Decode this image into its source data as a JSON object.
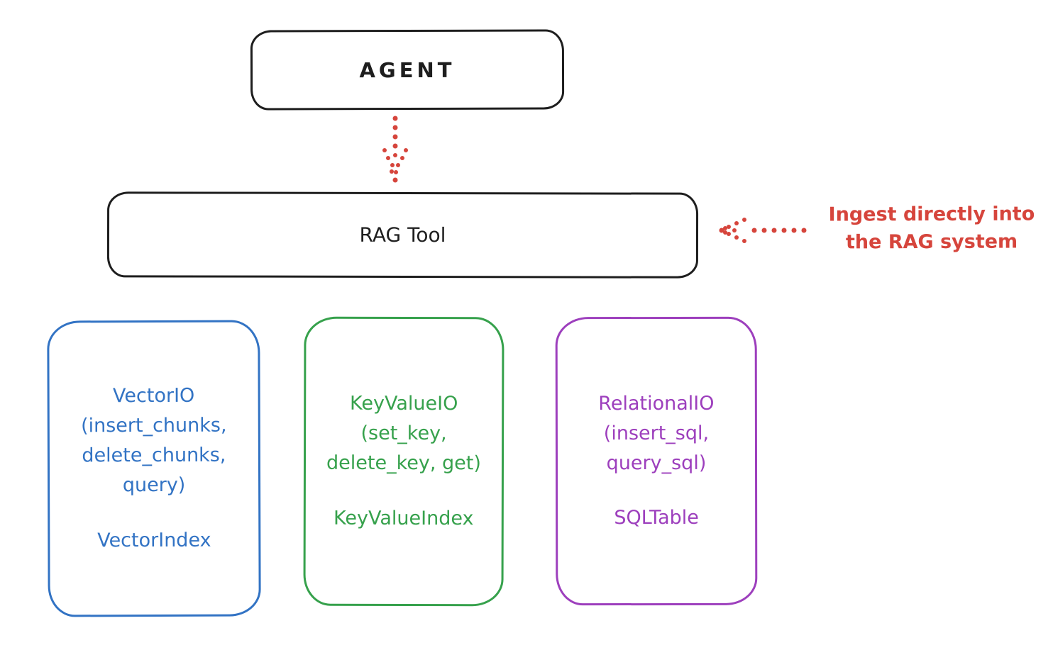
{
  "colors": {
    "ink": "#1e1e1e",
    "red": "#d6453c",
    "blue": "#3273c4",
    "green": "#36a14c",
    "purple": "#9d3fbd",
    "background": "#ffffff"
  },
  "agent": {
    "label": "AGENT"
  },
  "rag_tool": {
    "label": "RAG Tool"
  },
  "annotation": {
    "text": "Ingest directly into\nthe RAG system"
  },
  "icons": {
    "down_arrow": "dotted-down-arrow",
    "left_arrow": "dotted-left-arrow"
  },
  "backends": [
    {
      "name": "vector",
      "color": "#3273c4",
      "io_text": "VectorIO\n(insert_chunks,\ndelete_chunks,\nquery)",
      "index_text": "VectorIndex"
    },
    {
      "name": "keyvalue",
      "color": "#36a14c",
      "io_text": "KeyValueIO\n(set_key,\ndelete_key, get)",
      "index_text": "KeyValueIndex"
    },
    {
      "name": "relational",
      "color": "#9d3fbd",
      "io_text": "RelationalIO\n(insert_sql,\nquery_sql)",
      "index_text": "SQLTable"
    }
  ]
}
